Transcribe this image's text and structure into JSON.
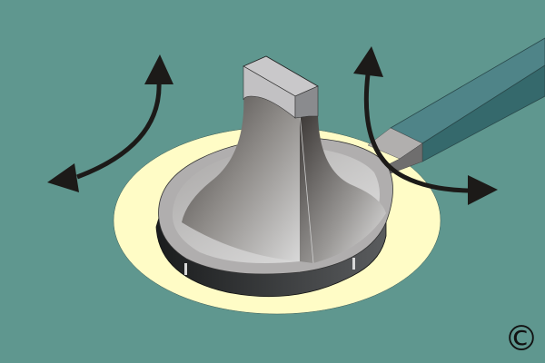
{
  "diagram": {
    "subject": "flared shaft on circular base with handle arm",
    "background_color": "#5f978f",
    "base_plate_color": "#fffcc6",
    "handle_color": "#4f8488",
    "arrows": [
      {
        "name": "left-rotation-arrow",
        "direction": "bidirectional",
        "color": "#1c1a18"
      },
      {
        "name": "right-rotation-arrow",
        "direction": "bidirectional",
        "color": "#1c1a18"
      }
    ],
    "copyright_symbol": "©"
  }
}
